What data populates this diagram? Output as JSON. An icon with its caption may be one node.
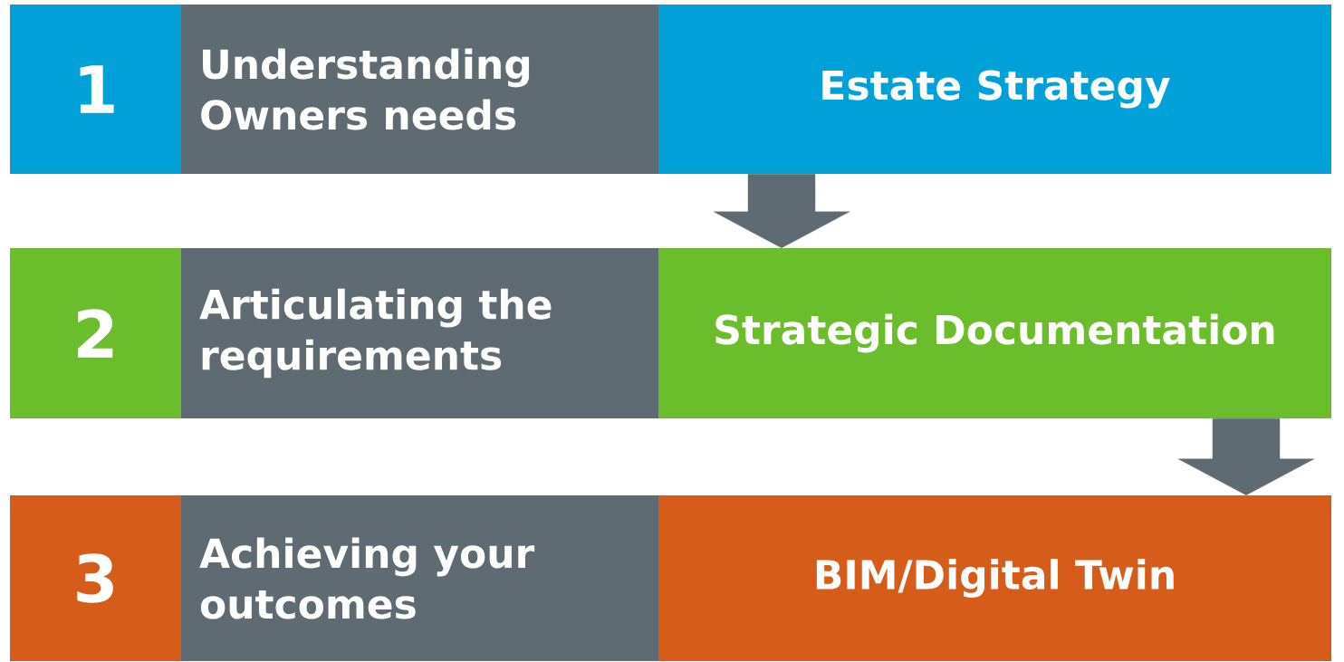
{
  "diagram": {
    "nodes": [
      {
        "text": [
          "1"
        ]
      },
      {
        "text": [
          "Understanding Owners needs"
        ]
      },
      {
        "text": [
          "Estate Strategy"
        ]
      },
      {
        "text": [
          "2"
        ]
      },
      {
        "text": [
          "Articulating the requirements"
        ]
      },
      {
        "text": [
          "Strategic Documentation"
        ]
      },
      {
        "text": [
          "3"
        ]
      },
      {
        "text": [
          "Achieving your outcomes"
        ]
      },
      {
        "text": [
          "BIM/Digital Twin"
        ]
      }
    ],
    "edges": [
      {
        "from": 2,
        "to": 5,
        "arrow": "to"
      },
      {
        "from": 5,
        "to": 8,
        "arrow": "to"
      }
    ]
  }
}
